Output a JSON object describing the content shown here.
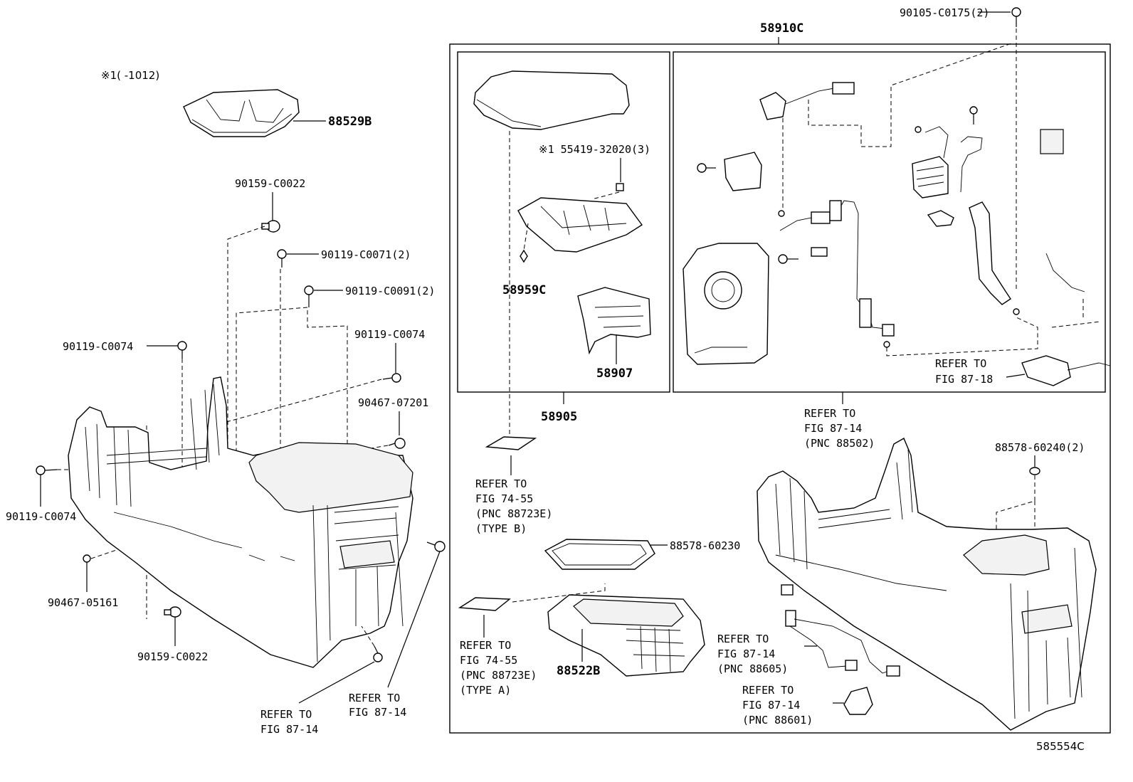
{
  "labels": {
    "note_range": "※1(     -1012)",
    "p88529B": "88529B",
    "p90159_C0022_top": "90159-C0022",
    "p90119_C0071": "90119-C0071(2)",
    "p90119_C0091": "90119-C0091(2)",
    "p90119_C0074_left": "90119-C0074",
    "p90119_C0074_mid": "90119-C0074",
    "p90467_07201": "90467-07201",
    "p90119_C0074_bottom": "90119-C0074",
    "p90467_05161": "90467-05161",
    "p90159_C0022_bottom": "90159-C0022",
    "refer_left_1": "REFER TO",
    "refer_left_2": "FIG 87-14",
    "refer_mid_1": "REFER TO",
    "refer_mid_2": "FIG 87-14",
    "p58910C": "58910C",
    "p90105_C0175": "90105-C0175(2)",
    "p55419": "※1 55419-32020(3)",
    "p58959C": "58959C",
    "p58907": "58907",
    "p58905": "58905",
    "refer_type_b_1": "REFER TO",
    "refer_type_b_2": "FIG 74-55",
    "refer_type_b_3": "(PNC 88723E)",
    "refer_type_b_4": "(TYPE B)",
    "p88578_60230": "88578-60230",
    "refer_type_a_1": "REFER TO",
    "refer_type_a_2": "FIG 74-55",
    "refer_type_a_3": "(PNC 88723E)",
    "refer_type_a_4": "(TYPE A)",
    "p88522B": "88522B",
    "refer_87_18_1": "REFER TO",
    "refer_87_18_2": "FIG 87-18",
    "refer_88502_1": "REFER TO",
    "refer_88502_2": "FIG 87-14",
    "refer_88502_3": "(PNC 88502)",
    "p88578_60240": "88578-60240(2)",
    "refer_88605_1": "REFER TO",
    "refer_88605_2": "FIG 87-14",
    "refer_88605_3": "(PNC 88605)",
    "refer_88601_1": "REFER TO",
    "refer_88601_2": "FIG 87-14",
    "refer_88601_3": "(PNC 88601)",
    "figure_id": "585554C"
  }
}
